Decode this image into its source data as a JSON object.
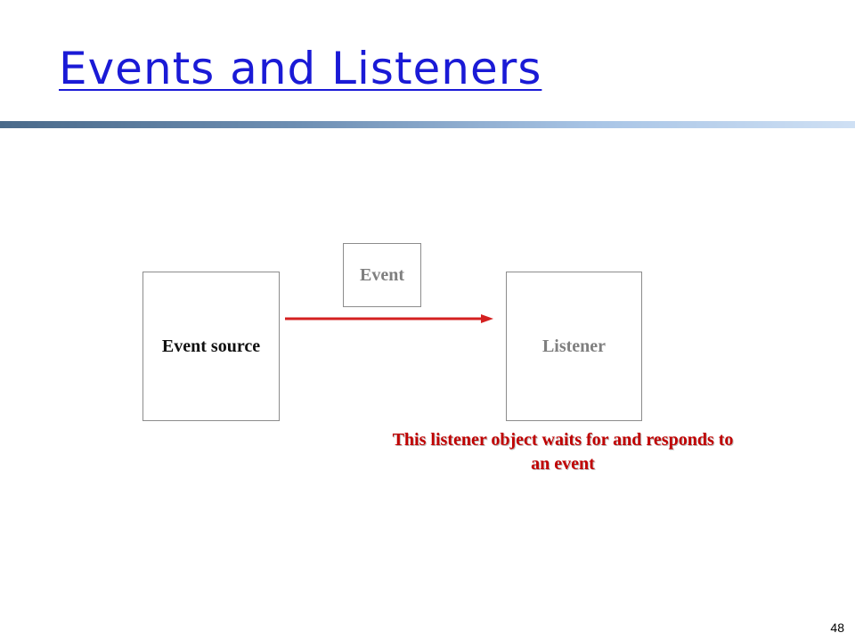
{
  "slide": {
    "title": "Events and Listeners",
    "page_number": "48"
  },
  "diagram": {
    "source_label": "Event source",
    "event_label": "Event",
    "listener_label": "Listener",
    "caption": "This listener object waits for and responds to an event"
  },
  "colors": {
    "title": "#1a1ad6",
    "arrow": "#d42020",
    "caption": "#c00000",
    "muted_text": "#7f7f7f",
    "box_border": "#8c8c8c"
  }
}
